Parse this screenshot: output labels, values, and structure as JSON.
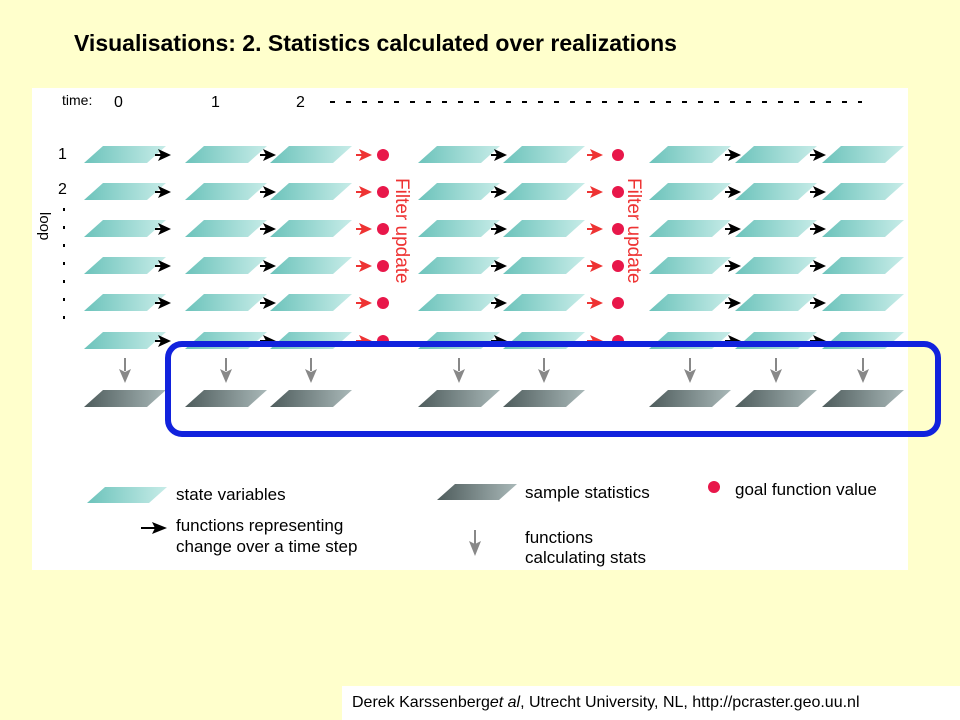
{
  "slide": {
    "title": "Visualisations: 2. Statistics calculated over realizations"
  },
  "diagram": {
    "time_label": "time:",
    "time_ticks": [
      "0",
      "1",
      "2"
    ],
    "loop_label": "loop",
    "loop_ticks": [
      "1",
      "2"
    ],
    "filter_labels": [
      "Filter update",
      "Filter update"
    ]
  },
  "legend": {
    "state_variables": "state variables",
    "sample_statistics": "sample statistics",
    "goal_function_value": "goal function value",
    "functions_change_line1": "functions representing",
    "functions_change_line2": "change over  a time step",
    "functions_stats_line1": "functions",
    "functions_stats_line2": "calculating stats"
  },
  "footer": {
    "author": "Derek Karssenberg ",
    "etal": "et al",
    "rest": ", Utrecht University, NL, http://pcraster.geo.uu.nl"
  },
  "colors": {
    "background": "#ffffcc",
    "panel": "#ffffff",
    "state_fill": "#7fcdc6",
    "stats_fill": "#5f6f6f",
    "goal_dot": "#e8174a",
    "filter_text": "#ee3333",
    "highlight_border": "#1122dd",
    "stat_arrow": "#888888"
  }
}
